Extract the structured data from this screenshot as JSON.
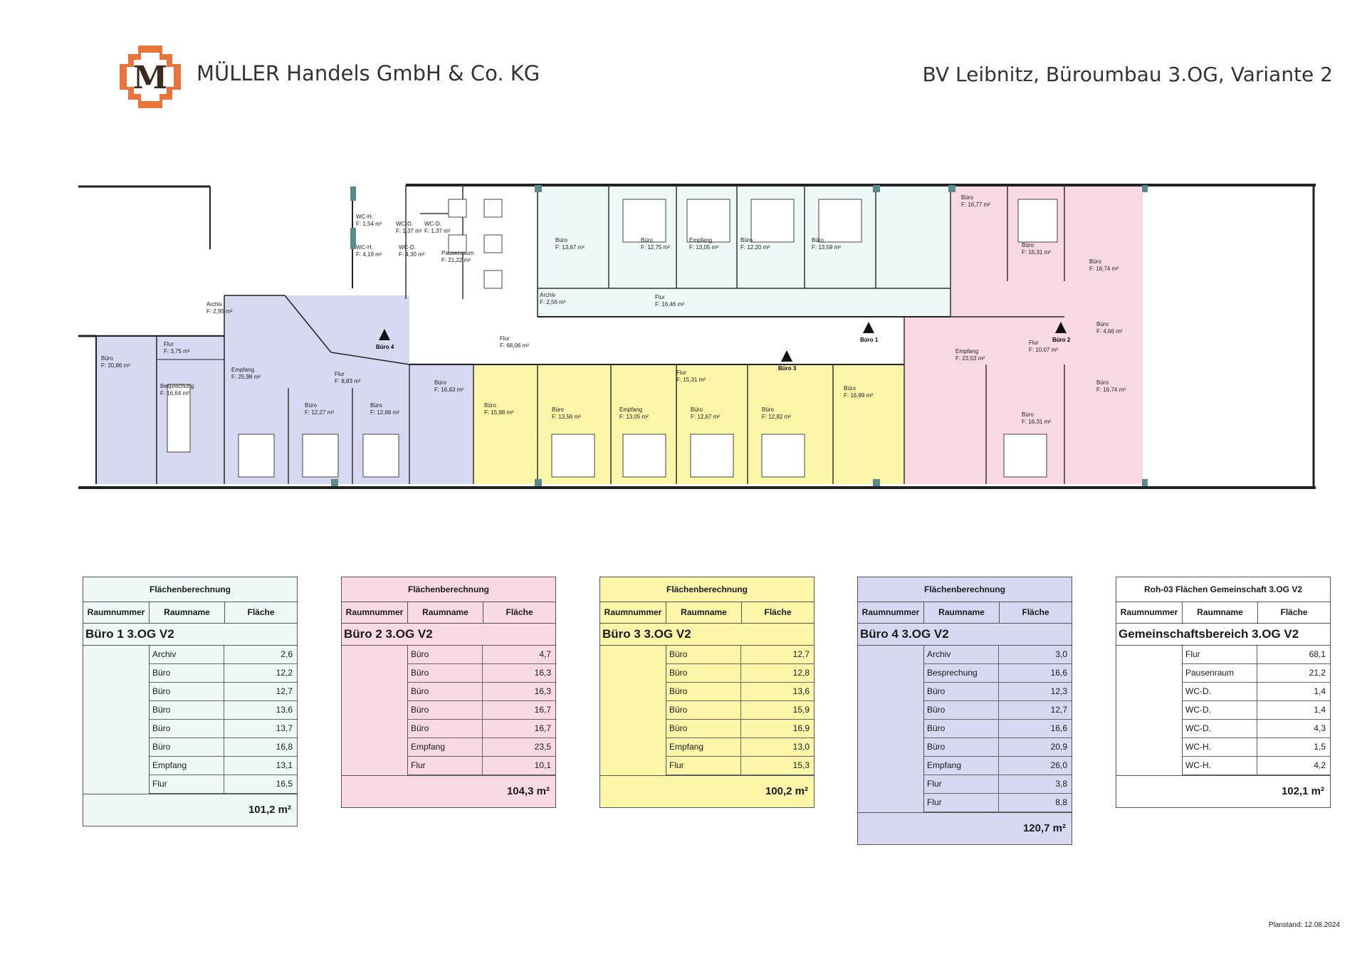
{
  "header": {
    "logo_letter": "M",
    "company": "MÜLLER Handels GmbH & Co. KG",
    "project": "BV Leibnitz, Büroumbau 3.OG, Variante 2"
  },
  "colors": {
    "buero1": "#eef8f8",
    "buero2": "#f9d9e2",
    "buero3": "#fbf6a8",
    "buero4": "#d7d8f2",
    "gemein": "#ffffff",
    "logo": "#e8743b"
  },
  "plan": {
    "rooms": [
      {
        "name": "Büro",
        "area": "F: 20,86 m²"
      },
      {
        "name": "Besprechung",
        "area": "F: 16,64 m²"
      },
      {
        "name": "Flur",
        "area": "F: 3,75 m²"
      },
      {
        "name": "Archiv",
        "area": "F: 2,95 m²"
      },
      {
        "name": "Empfang",
        "area": "F: 25,98 m²"
      },
      {
        "name": "Flur",
        "area": "F: 8,83 m²"
      },
      {
        "name": "Büro",
        "area": "F: 12,27 m²"
      },
      {
        "name": "Büro",
        "area": "F: 12,68 m²"
      },
      {
        "name": "Büro",
        "area": "F: 16,63 m²"
      },
      {
        "name": "WC-H.",
        "area": "F: 1,54 m²"
      },
      {
        "name": "WC-H.",
        "area": "F: 4,19 m²"
      },
      {
        "name": "WC-D.",
        "area": "F: 4,30 m²"
      },
      {
        "name": "WC-D.",
        "area": "F: 1,37 m²"
      },
      {
        "name": "WC-D.",
        "area": "F: 1,37 m²"
      },
      {
        "name": "Pausenraum",
        "area": "F: 21,22 m²"
      },
      {
        "name": "Flur",
        "area": "F: 68,06 m²"
      },
      {
        "name": "Büro",
        "area": "F: 15,88 m²"
      },
      {
        "name": "Büro",
        "area": "F: 13,56 m²"
      },
      {
        "name": "Empfang",
        "area": "F: 13,05 m²"
      },
      {
        "name": "Büro",
        "area": "F: 12,67 m²"
      },
      {
        "name": "Büro",
        "area": "F: 12,82 m²"
      },
      {
        "name": "Büro",
        "area": "F: 16,89 m²"
      },
      {
        "name": "Flur",
        "area": "F: 15,31 m²"
      },
      {
        "name": "Archiv",
        "area": "F: 2,56 m²"
      },
      {
        "name": "Büro",
        "area": "F: 13,67 m²"
      },
      {
        "name": "Büro",
        "area": "F: 12,75 m²"
      },
      {
        "name": "Empfang",
        "area": "F: 13,05 m²"
      },
      {
        "name": "Büro",
        "area": "F: 12,20 m²"
      },
      {
        "name": "Büro",
        "area": "F: 13,59 m²"
      },
      {
        "name": "Flur",
        "area": "F: 16,46 m²"
      },
      {
        "name": "Büro",
        "area": "F: 16,77 m²"
      },
      {
        "name": "Büro",
        "area": "F: 16,31 m²"
      },
      {
        "name": "Büro",
        "area": "F: 16,74 m²"
      },
      {
        "name": "Büro",
        "area": "F: 4,66 m²"
      },
      {
        "name": "Flur",
        "area": "F: 10,07 m²"
      },
      {
        "name": "Empfang",
        "area": "F: 23,53 m²"
      },
      {
        "name": "Büro",
        "area": "F: 16,31 m²"
      },
      {
        "name": "Büro",
        "area": "F: 16,74 m²"
      }
    ],
    "markers": [
      "Büro 1",
      "Büro 2",
      "Büro 3",
      "Büro 4"
    ]
  },
  "tables": [
    {
      "title": "Flächenberechnung",
      "headers": [
        "Raumnummer",
        "Raumname",
        "Fläche"
      ],
      "group": "Büro 1 3.OG V2",
      "rows": [
        [
          "Archiv",
          "2,6"
        ],
        [
          "Büro",
          "12,2"
        ],
        [
          "Büro",
          "12,7"
        ],
        [
          "Büro",
          "13,6"
        ],
        [
          "Büro",
          "13,7"
        ],
        [
          "Büro",
          "16,8"
        ],
        [
          "Empfang",
          "13,1"
        ],
        [
          "Flur",
          "16,5"
        ]
      ],
      "total": "101,2 m²"
    },
    {
      "title": "Flächenberechnung",
      "headers": [
        "Raumnummer",
        "Raumname",
        "Fläche"
      ],
      "group": "Büro 2 3.OG V2",
      "rows": [
        [
          "Büro",
          "4,7"
        ],
        [
          "Büro",
          "16,3"
        ],
        [
          "Büro",
          "16,3"
        ],
        [
          "Büro",
          "16,7"
        ],
        [
          "Büro",
          "16,7"
        ],
        [
          "Empfang",
          "23,5"
        ],
        [
          "Flur",
          "10,1"
        ]
      ],
      "total": "104,3 m²"
    },
    {
      "title": "Flächenberechnung",
      "headers": [
        "Raumnummer",
        "Raumname",
        "Fläche"
      ],
      "group": "Büro 3 3.OG V2",
      "rows": [
        [
          "Büro",
          "12,7"
        ],
        [
          "Büro",
          "12,8"
        ],
        [
          "Büro",
          "13,6"
        ],
        [
          "Büro",
          "15,9"
        ],
        [
          "Büro",
          "16,9"
        ],
        [
          "Empfang",
          "13,0"
        ],
        [
          "Flur",
          "15,3"
        ]
      ],
      "total": "100,2 m²"
    },
    {
      "title": "Flächenberechnung",
      "headers": [
        "Raumnummer",
        "Raumname",
        "Fläche"
      ],
      "group": "Büro 4 3.OG V2",
      "rows": [
        [
          "Archiv",
          "3,0"
        ],
        [
          "Besprechung",
          "16,6"
        ],
        [
          "Büro",
          "12,3"
        ],
        [
          "Büro",
          "12,7"
        ],
        [
          "Büro",
          "16,6"
        ],
        [
          "Büro",
          "20,9"
        ],
        [
          "Empfang",
          "26,0"
        ],
        [
          "Flur",
          "3,8"
        ],
        [
          "Flur",
          "8,8"
        ]
      ],
      "total": "120,7 m²"
    },
    {
      "title": "Roh-03 Flächen Gemeinschaft 3.OG V2",
      "headers": [
        "Raumnummer",
        "Raumname",
        "Fläche"
      ],
      "group": "Gemeinschaftsbereich 3.OG V2",
      "rows": [
        [
          "Flur",
          "68,1"
        ],
        [
          "Pausenraum",
          "21,2"
        ],
        [
          "WC-D.",
          "1,4"
        ],
        [
          "WC-D.",
          "1,4"
        ],
        [
          "WC-D.",
          "4,3"
        ],
        [
          "WC-H.",
          "1,5"
        ],
        [
          "WC-H.",
          "4,2"
        ]
      ],
      "total": "102,1 m²"
    }
  ],
  "footer": {
    "planstand": "Planstand: 12.08.2024"
  }
}
